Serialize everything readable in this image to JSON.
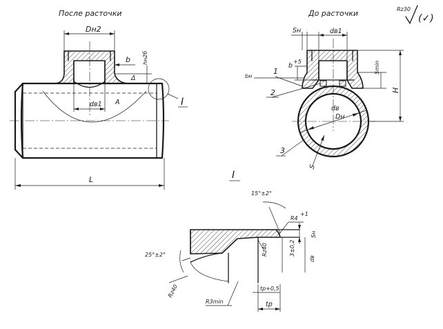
{
  "views": {
    "after": {
      "title": "После расточки",
      "dim_dn2": "Dн2",
      "dim_b": "b",
      "dim_hn2b": "hн2б",
      "dim_dv1": "dв1",
      "dim_L": "L",
      "section_marker": "I"
    },
    "before": {
      "title": "До расточки",
      "dim_sn": "Sн",
      "dim_dv1": "dв1",
      "dim_b": "b",
      "dim_b_tol": "+5",
      "dim_bn": "bн",
      "dim_5min": "5min",
      "dim_H": "H",
      "dim_dv": "dв",
      "dim_dn": "Dн",
      "callout_1": "1",
      "callout_2": "2",
      "callout_3": "3",
      "dim_s": "S"
    },
    "detail": {
      "marker": "I",
      "angle_top": "15°±2°",
      "radius_top": "R4",
      "radius_top_tol": "+1",
      "dim_s": "Sн",
      "dim_32": "3±0,2",
      "dim_d": "dв",
      "radius_inner": "Rz40",
      "angle_left": "25°±2°",
      "radius_left": "Rz40",
      "dim_r3min": "R3min",
      "dim_lr_tol": "tр+0,5",
      "dim_lr": "tр"
    }
  },
  "roughness": {
    "value": "Rz30",
    "check": "(✓)"
  }
}
